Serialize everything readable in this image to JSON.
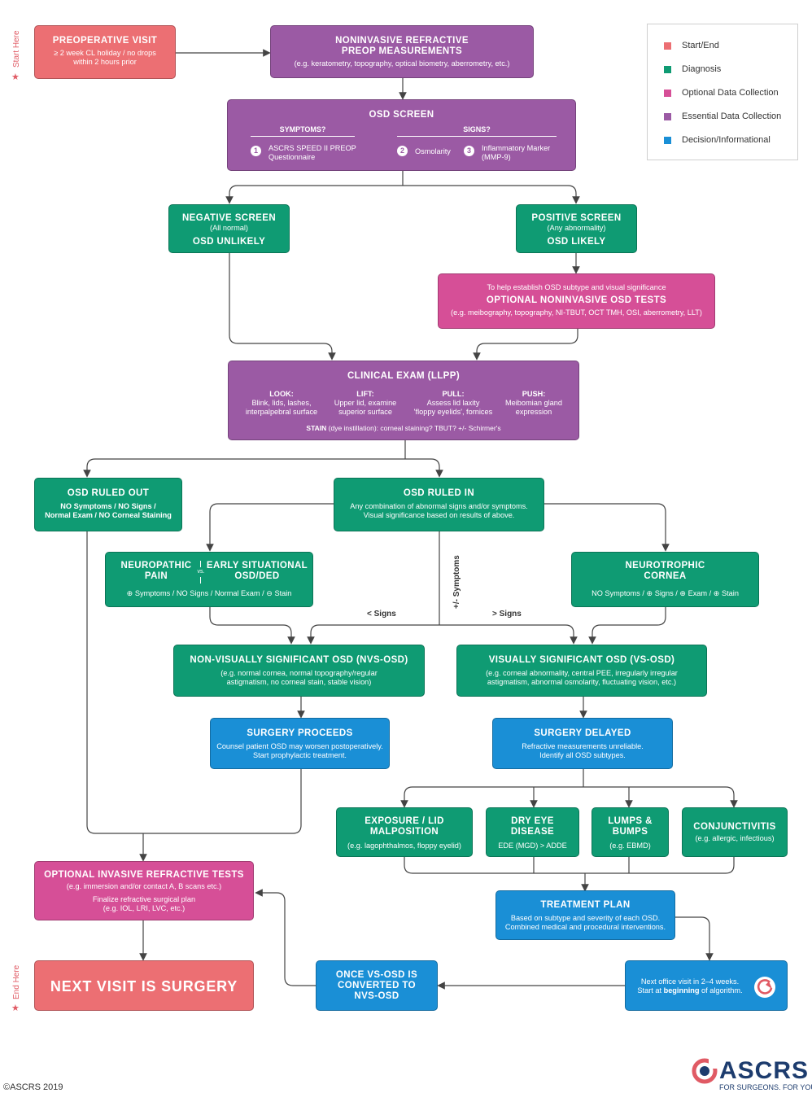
{
  "side_labels": {
    "start": "Start Here",
    "end": "End Here"
  },
  "legend": [
    {
      "label": "Start/End",
      "color": "#ec6f73"
    },
    {
      "label": "Diagnosis",
      "color": "#0f9b73"
    },
    {
      "label": "Optional Data Collection",
      "color": "#d64f97"
    },
    {
      "label": "Essential Data Collection",
      "color": "#9b5aa4"
    },
    {
      "label": "Decision/Informational",
      "color": "#1a8fd6"
    }
  ],
  "preop": {
    "title": "PREOPERATIVE VISIT",
    "line1": "≥ 2 week CL holiday / no drops",
    "line2": "within 2 hours prior"
  },
  "noninvasive": {
    "title1": "NONINVASIVE REFRACTIVE",
    "title2": "PREOP MEASUREMENTS",
    "sub": "(e.g. keratometry, topography, optical biometry, aberrometry, etc.)"
  },
  "osd_screen": {
    "title": "OSD SCREEN",
    "symptoms_head": "SYMPTOMS?",
    "signs_head": "SIGNS?",
    "items": [
      {
        "num": "1",
        "line1": "ASCRS SPEED II PREOP",
        "line2": "Questionnaire"
      },
      {
        "num": "2",
        "line1": "Osmolarity",
        "line2": ""
      },
      {
        "num": "3",
        "line1": "Inflammatory Marker",
        "line2": "(MMP-9)"
      }
    ]
  },
  "negative": {
    "title": "NEGATIVE SCREEN",
    "sub": "(All normal)",
    "result": "OSD UNLIKELY"
  },
  "positive": {
    "title": "POSITIVE SCREEN",
    "sub": "(Any abnormality)",
    "result": "OSD LIKELY"
  },
  "optional_tests": {
    "intro": "To help establish OSD subtype and visual significance",
    "title": "OPTIONAL NONINVASIVE OSD TESTS",
    "sub": "(e.g. meibography, topography, NI-TBUT, OCT TMH, OSI, aberrometry, LLT)"
  },
  "clinical": {
    "title": "CLINICAL EXAM (LLPP)",
    "cols": [
      {
        "head": "LOOK:",
        "l1": "Blink, lids, lashes,",
        "l2": "interpalpebral surface"
      },
      {
        "head": "LIFT:",
        "l1": "Upper lid, examine",
        "l2": "superior surface"
      },
      {
        "head": "PULL:",
        "l1": "Assess lid laxity",
        "l2": "'floppy eyelids', fornices"
      },
      {
        "head": "PUSH:",
        "l1": "Meibomian gland",
        "l2": "expression"
      }
    ],
    "stain_bold": "STAIN",
    "stain_rest": " (dye instillation): corneal staining? TBUT? +/- Schirmer's"
  },
  "ruled_out": {
    "title": "OSD RULED OUT",
    "l1": "NO Symptoms / NO Signs /",
    "l2": "Normal Exam / NO Corneal Staining"
  },
  "ruled_in": {
    "title": "OSD RULED IN",
    "l1": "Any combination of abnormal signs and/or symptoms.",
    "l2": "Visual significance based on results of above."
  },
  "neuropathic": {
    "t1": "NEUROPATHIC",
    "t2": "PAIN",
    "vs": "vs.",
    "t3": "EARLY SITUATIONAL",
    "t4": "OSD/DED",
    "sub": "⊕ Symptoms / NO Signs / Normal Exam / ⊖ Stain"
  },
  "neurotrophic": {
    "t1": "NEUROTROPHIC",
    "t2": "CORNEA",
    "sub": "NO Symptoms  /  ⊕  Signs / ⊕  Exam  /  ⊕  Stain"
  },
  "branch_labels": {
    "symptoms": "+/- Symptoms",
    "less": "< Signs",
    "more": "> Signs"
  },
  "nvs": {
    "title": "NON-VISUALLY SIGNIFICANT OSD (NVS-OSD)",
    "l1": "(e.g. normal cornea, normal topography/regular",
    "l2": "astigmatism, no corneal stain, stable vision)"
  },
  "vs": {
    "title": "VISUALLY SIGNIFICANT OSD (VS-OSD)",
    "l1": "(e.g. corneal abnormality, central PEE, irregularly irregular",
    "l2": "astigmatism, abnormal osmolarity, fluctuating vision, etc.)"
  },
  "proceeds": {
    "title": "SURGERY PROCEEDS",
    "l1": "Counsel patient OSD may worsen postoperatively.",
    "l2": "Start prophylactic treatment."
  },
  "delayed": {
    "title": "SURGERY DELAYED",
    "l1": "Refractive measurements unreliable.",
    "l2": "Identify all OSD subtypes."
  },
  "subtypes": [
    {
      "t1": "EXPOSURE / LID",
      "t2": "MALPOSITION",
      "sub": "(e.g. lagophthalmos, floppy eyelid)"
    },
    {
      "t1": "DRY EYE",
      "t2": "DISEASE",
      "sub": "EDE (MGD) > ADDE"
    },
    {
      "t1": "LUMPS &",
      "t2": "BUMPS",
      "sub": "(e.g. EBMD)"
    },
    {
      "t1": "CONJUNCTIVITIS",
      "t2": "",
      "sub": "(e.g. allergic, infectious)"
    }
  ],
  "invasive": {
    "title": "OPTIONAL INVASIVE REFRACTIVE TESTS",
    "l1": "(e.g. immersion and/or contact A, B scans etc.)",
    "l2": "Finalize refractive surgical plan",
    "l3": "(e.g. IOL, LRI, LVC, etc.)"
  },
  "treatment": {
    "title": "TREATMENT PLAN",
    "l1": "Based on subtype and severity of each OSD.",
    "l2": "Combined medical and procedural interventions."
  },
  "next_surgery": {
    "title": "NEXT VISIT IS SURGERY"
  },
  "converted": {
    "l1": "ONCE VS-OSD IS",
    "l2": "CONVERTED TO",
    "l3": "NVS-OSD"
  },
  "next_office": {
    "l1": "Next office visit in 2–4 weeks.",
    "l2a": "Start at ",
    "l2b": "beginning",
    "l2c": " of algorithm."
  },
  "footer": {
    "copyright": "©ASCRS 2019",
    "logo": "ASCRS",
    "tagline": "FOR SURGEONS. FOR YOU."
  }
}
